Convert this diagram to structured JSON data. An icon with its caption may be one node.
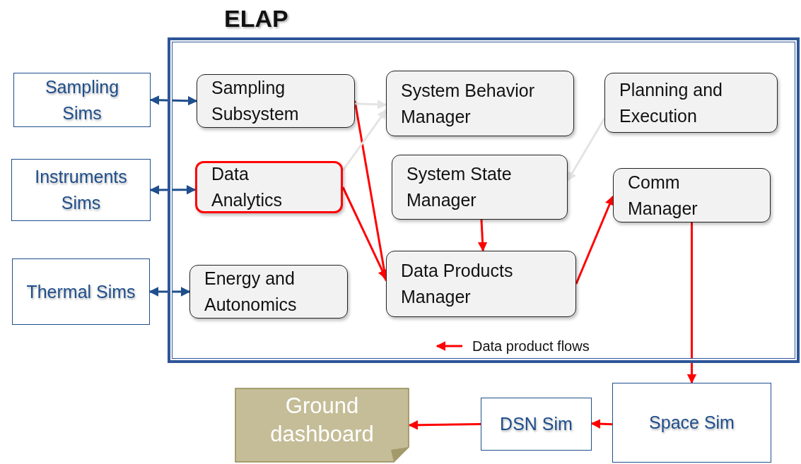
{
  "diagram": {
    "nodes": [
      {
        "text": [
          "ELAP"
        ]
      },
      {
        "text": [
          "Sampling Sims"
        ]
      },
      {
        "text": [
          "Instruments Sims"
        ]
      },
      {
        "text": [
          "Thermal Sims"
        ]
      },
      {
        "text": [
          "Sampling Subsystem"
        ],
        "in": 0
      },
      {
        "text": [
          "System Behavior Manager"
        ],
        "in": 0
      },
      {
        "text": [
          "Planning and Execution"
        ],
        "in": 0
      },
      {
        "text": [
          "Data Analytics"
        ],
        "in": 0
      },
      {
        "text": [
          "System State Manager"
        ],
        "in": 0
      },
      {
        "text": [
          "Comm Manager"
        ],
        "in": 0
      },
      {
        "text": [
          "Energy and Autonomics"
        ],
        "in": 0
      },
      {
        "text": [
          "Data Products Manager"
        ],
        "in": 0
      },
      {
        "text": [
          "Ground dashboard"
        ]
      },
      {
        "text": [
          "DSN Sim"
        ]
      },
      {
        "text": [
          "Space Sim"
        ]
      }
    ],
    "edges": [
      {
        "from": 1,
        "to": 4,
        "arrow": "both",
        "color": "#1f4e8c"
      },
      {
        "from": 2,
        "to": 7,
        "arrow": "both",
        "color": "#1f4e8c"
      },
      {
        "from": 3,
        "to": 10,
        "arrow": "both",
        "color": "#1f4e8c"
      },
      {
        "from": 4,
        "to": 11,
        "arrow": "to"
      },
      {
        "from": 7,
        "to": 11,
        "arrow": "to"
      },
      {
        "from": 8,
        "to": 11,
        "arrow": "to"
      },
      {
        "from": 11,
        "to": 9,
        "arrow": "to"
      },
      {
        "from": 9,
        "to": 14,
        "arrow": "to"
      },
      {
        "from": 14,
        "to": 13,
        "arrow": "to"
      },
      {
        "from": 13,
        "to": 12,
        "arrow": "to"
      },
      {
        "from": 4,
        "to": 5,
        "arrow": "to",
        "color": "#e4e4e4"
      },
      {
        "from": 7,
        "to": 5,
        "arrow": "to",
        "color": "#e4e4e4"
      },
      {
        "from": 6,
        "to": 8,
        "arrow": "to",
        "color": "#e4e4e4"
      }
    ],
    "legend": [
      {
        "text": "Data product flows"
      }
    ]
  }
}
